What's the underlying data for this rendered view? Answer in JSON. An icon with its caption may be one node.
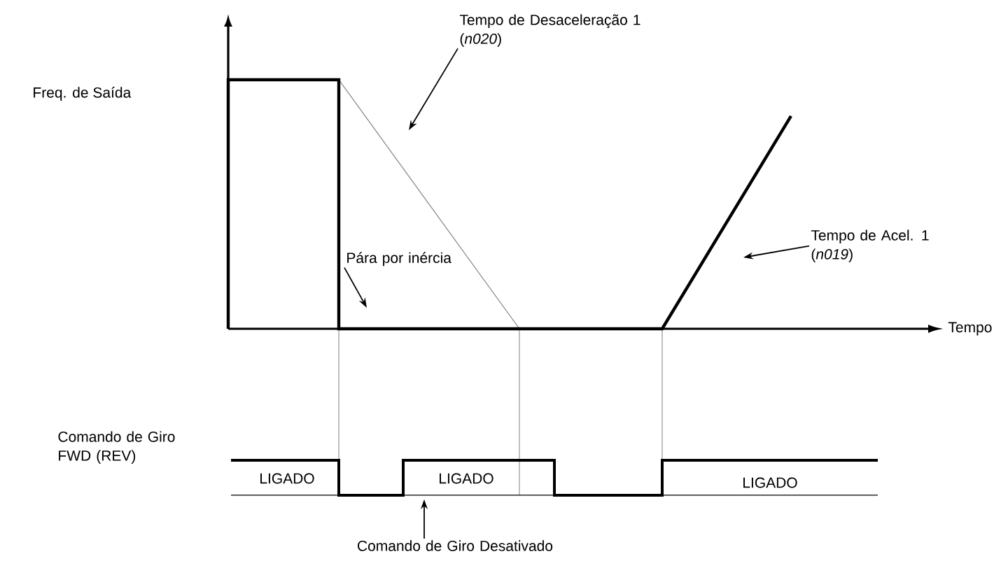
{
  "diagram": {
    "nodes": [
      {
        "text": [
          "Tempo de Desaceleração 1 (*n020*)"
        ]
      },
      {
        "text": [
          "Tempo de Acel. 1 (*n019*)"
        ]
      },
      {
        "text": [
          "Pára por inércia"
        ]
      },
      {
        "text": [
          "Comando de Giro Desativado"
        ]
      }
    ],
    "edges": [
      {
        "from": 0,
        "to": null,
        "arrow": "to"
      },
      {
        "from": 1,
        "to": null,
        "arrow": "to"
      },
      {
        "from": 2,
        "to": null,
        "arrow": "to"
      },
      {
        "from": 3,
        "to": null,
        "arrow": "to"
      }
    ],
    "labels": [
      "Freq. de Saída",
      "Tempo",
      "Comando de Giro FWD (REV)",
      "LIGADO",
      "LIGADO",
      "LIGADO"
    ]
  }
}
